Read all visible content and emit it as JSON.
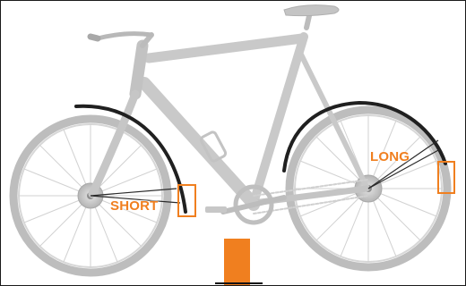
{
  "callouts": {
    "front": "SHORT",
    "rear": "LONG"
  },
  "colors": {
    "accent": "#f07f1f",
    "bike_frame": "#c9c9c9",
    "fender": "#222222",
    "border": "#1a1a1a"
  },
  "icons": {
    "bike": "bicycle-illustration",
    "front_marker": "front-fender-marker",
    "rear_marker": "rear-fender-marker"
  }
}
